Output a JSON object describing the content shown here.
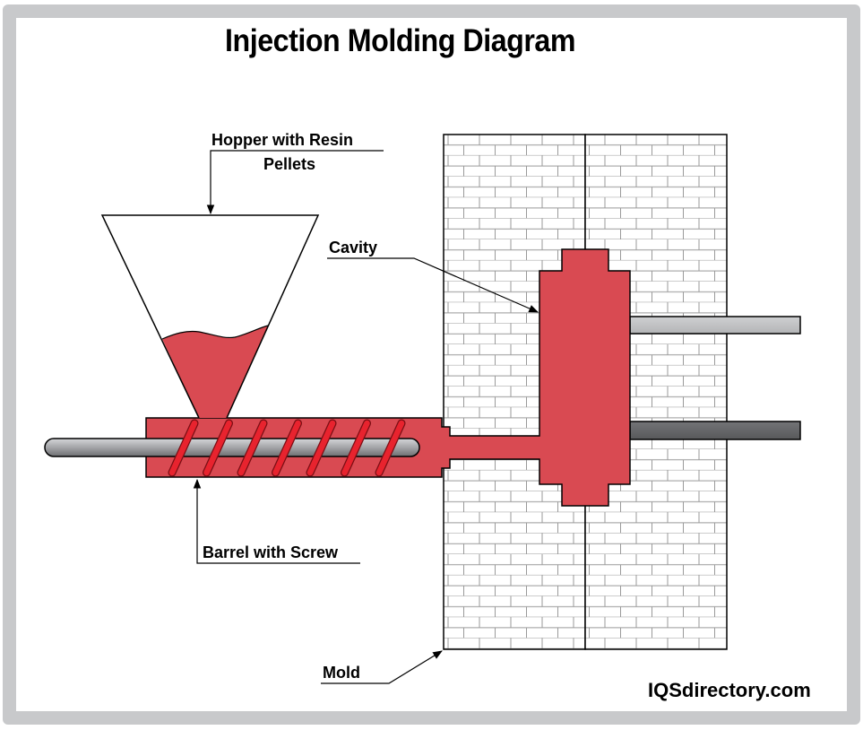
{
  "title": "Injection Molding Diagram",
  "labels": {
    "hopper_line1": "Hopper with Resin",
    "hopper_line2": "Pellets",
    "cavity": "Cavity",
    "barrel": "Barrel with Screw",
    "mold": "Mold"
  },
  "brand": "IQSdirectory.com",
  "colors": {
    "frame": "#c8c9cb",
    "resin": "#d94a52",
    "screw_flight": "#e8232e",
    "rod_light": "#c0c1c3",
    "rod_dark": "#636466",
    "brick_line": "#9a9a9a",
    "outline": "#000000"
  }
}
